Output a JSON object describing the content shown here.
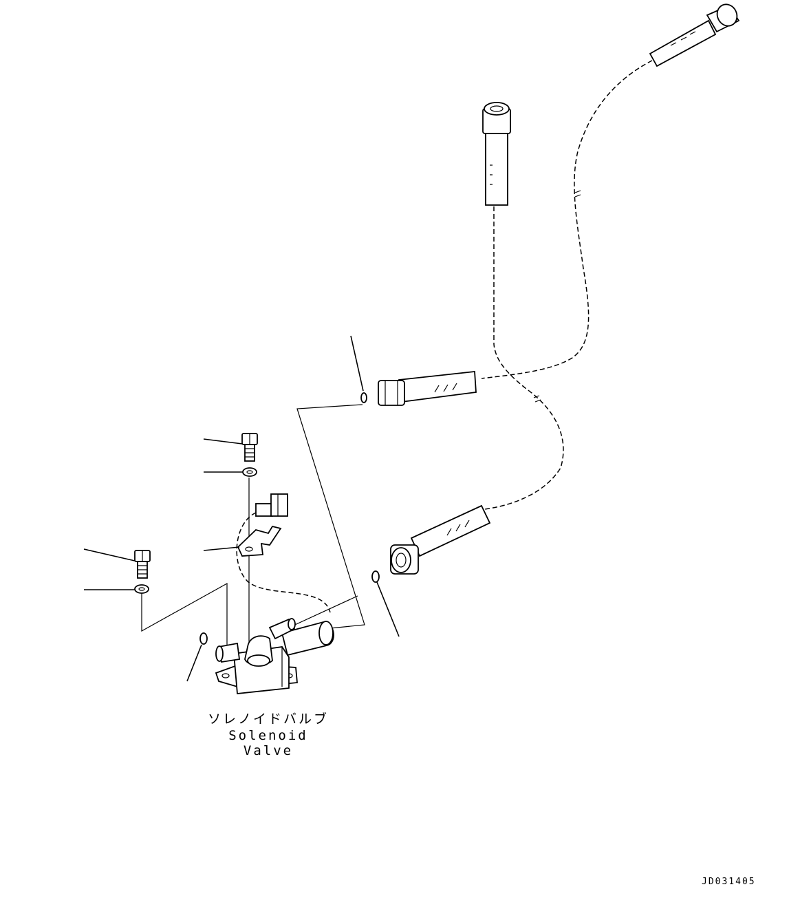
{
  "diagram": {
    "labels": {
      "jp": "ソレノイドバルブ",
      "en": "Solenoid Valve"
    },
    "drawing_number": "JD031405"
  }
}
